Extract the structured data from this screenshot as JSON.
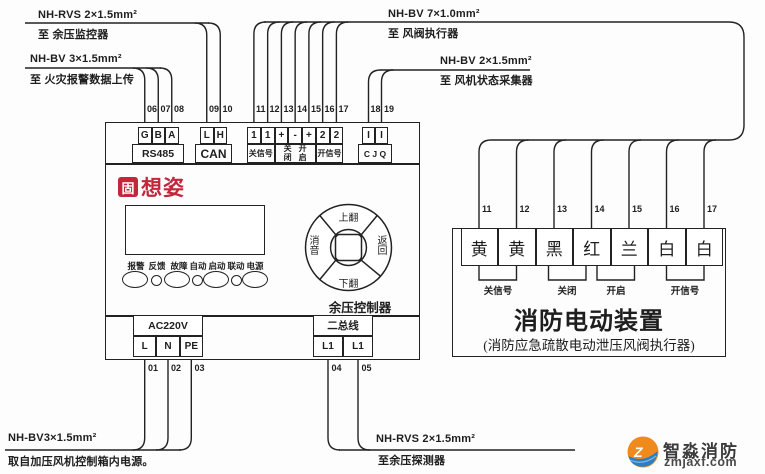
{
  "cables": {
    "top_left_1": {
      "spec": "NH-RVS 2×1.5mm²",
      "dest": "至 余压监控器"
    },
    "top_left_2": {
      "spec": "NH-BV 3×1.5mm²",
      "dest": "至 火灾报警数据上传"
    },
    "top_right_1": {
      "spec": "NH-BV 7×1.0mm²",
      "dest": "至 风阀执行器"
    },
    "top_right_2": {
      "spec": "NH-BV 2×1.5mm²",
      "dest": "至 风机状态采集器"
    },
    "bottom_left": {
      "spec": "NH-BV3×1.5mm²",
      "dest": "取自加压风机控制箱内电源。"
    },
    "bottom_mid": {
      "spec": "NH-RVS 2×1.5mm²",
      "dest": "至余压探测器"
    }
  },
  "controller": {
    "name": "余压控制器",
    "logo": {
      "box_char": "固",
      "text": "想姿"
    },
    "top_numbers": [
      "06",
      "07",
      "08",
      "09",
      "10",
      "11",
      "12",
      "13",
      "14",
      "15",
      "16",
      "17",
      "18",
      "19"
    ],
    "top_groups": [
      {
        "cells": [
          "G",
          "B",
          "A"
        ],
        "label": "RS485"
      },
      {
        "cells": [
          "L",
          "H"
        ],
        "label": "CAN"
      },
      {
        "cells": [
          "1",
          "1"
        ],
        "label": "关信号"
      },
      {
        "cells": [
          "+",
          "-",
          "+"
        ],
        "label_left": "关闭",
        "label_right": "开启"
      },
      {
        "cells": [
          "2",
          "2"
        ],
        "label": "开信号"
      },
      {
        "cells": [
          "I",
          "I"
        ],
        "label": "C J Q"
      }
    ],
    "indicators": [
      "报警",
      "反馈",
      "故障",
      "自动",
      "启动",
      "联动",
      "电源"
    ],
    "nav": {
      "up": "上翻",
      "down": "下翻",
      "left": "消音",
      "right": "返回"
    },
    "bottom_numbers": [
      "01",
      "02",
      "03",
      "04",
      "05"
    ],
    "bottom_groups": [
      {
        "label": "AC220V",
        "cells": [
          "L",
          "N",
          "PE"
        ]
      },
      {
        "label": "二总线",
        "cells": [
          "L1",
          "L1"
        ]
      }
    ]
  },
  "device": {
    "terminal_numbers": [
      "11",
      "12",
      "13",
      "14",
      "15",
      "16",
      "17"
    ],
    "wire_colors": [
      "黄",
      "黄",
      "黑",
      "红",
      "兰",
      "白",
      "白"
    ],
    "signal_groups": [
      "关信号",
      "关闭",
      "开启",
      "开信号"
    ],
    "title": "消防电动装置",
    "subtitle": "(消防应急疏散电动泄压风阀执行器)"
  },
  "watermark": {
    "logo_char": "Z",
    "brand": "智淼消防",
    "site": "zmjaxf.com"
  },
  "colors": {
    "line": "#222222",
    "logo_red": "#c2273c",
    "wm_orange": "#f18a1d",
    "wm_blue": "#2b7ec1"
  }
}
